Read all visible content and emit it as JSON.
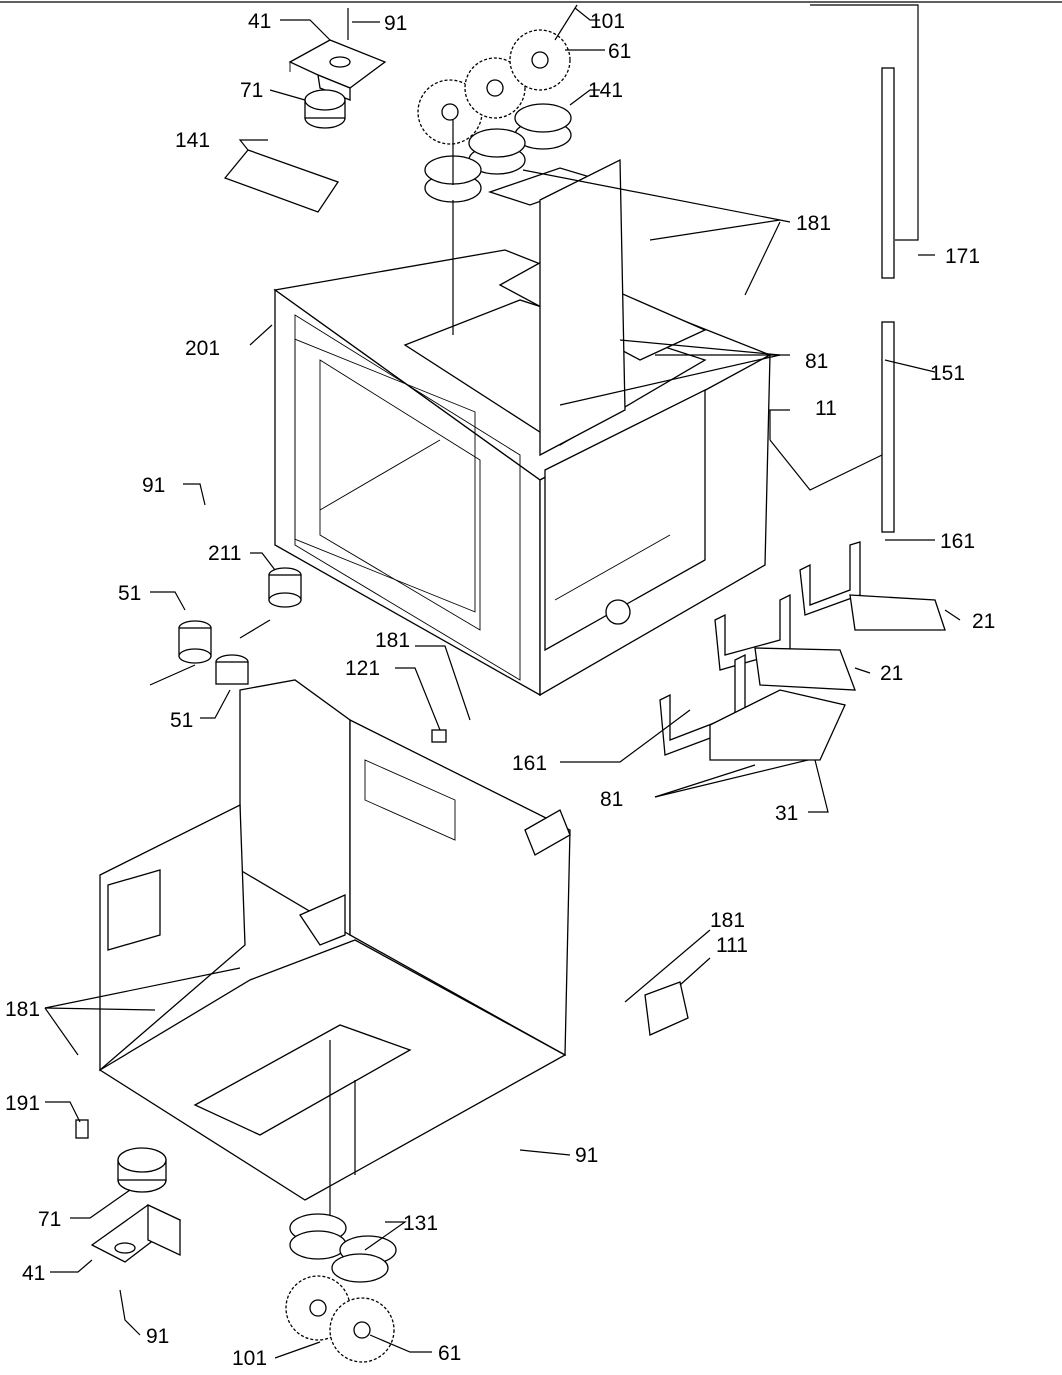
{
  "labels": {
    "l41_top": "41",
    "l91_top": "91",
    "l101_top": "101",
    "l61_top": "61",
    "l71_top": "71",
    "l141_top_right": "141",
    "l141_left": "141",
    "l181_top": "181",
    "l171": "171",
    "l201": "201",
    "l81_top": "81",
    "l151": "151",
    "l11": "11",
    "l91_mid": "91",
    "l161_right": "161",
    "l211": "211",
    "l21_a": "21",
    "l51_a": "51",
    "l21_b": "21",
    "l181_mid": "181",
    "l121": "121",
    "l51_b": "51",
    "l161_mid": "161",
    "l81_mid": "81",
    "l31": "31",
    "l181_right": "181",
    "l111": "111",
    "l181_left": "181",
    "l191": "191",
    "l91_bot_right": "91",
    "l71_bot": "71",
    "l131": "131",
    "l41_bot": "41",
    "l91_bot": "91",
    "l101_bot": "101",
    "l61_bot": "61"
  }
}
